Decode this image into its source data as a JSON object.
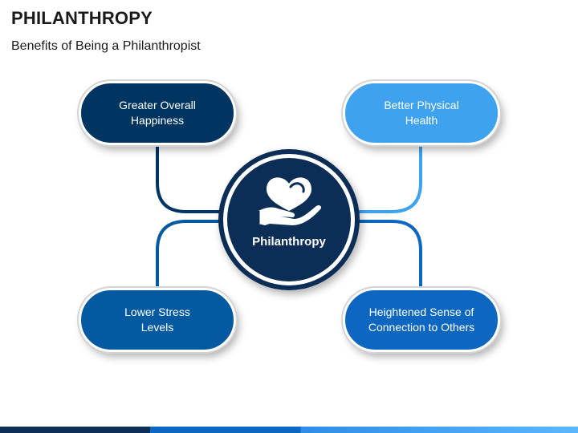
{
  "header": {
    "title": "PHILANTHROPY",
    "subtitle": "Benefits of Being a Philanthropist"
  },
  "hub": {
    "label": "Philanthropy",
    "icon": "heart-in-hand-icon"
  },
  "nodes": {
    "top_left": {
      "line1": "Greater Overall",
      "line2": "Happiness"
    },
    "top_right": {
      "line1": "Better Physical",
      "line2": "Health"
    },
    "bottom_left": {
      "line1": "Lower Stress",
      "line2": "Levels"
    },
    "bottom_right": {
      "line1": "Heightened Sense of",
      "line2": "Connection to Others"
    }
  },
  "colors": {
    "navy": "#003562",
    "sky_blue": "#3ea2ef",
    "medium_blue": "#035aa1",
    "royal_blue": "#0d66c0",
    "hub_navy": "#0b2d56"
  }
}
